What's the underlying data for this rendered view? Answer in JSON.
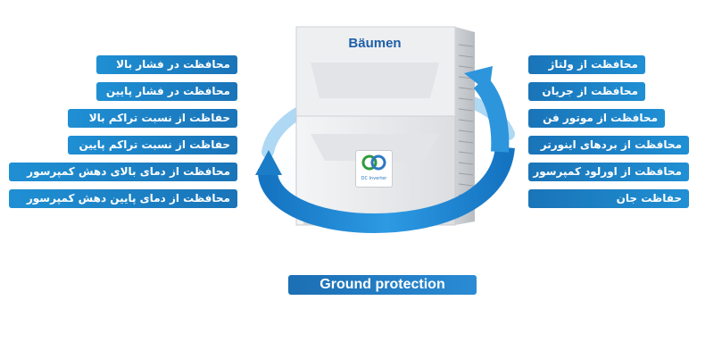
{
  "product": {
    "brand": "Bäumen",
    "emblem_caption": "DC Inverter"
  },
  "left_labels": [
    "محافظت در فشار بالا",
    "محافظت در فشار پایین",
    "حفاظت از نسبت تراکم بالا",
    "حفاظت از نسبت تراکم پایین",
    "محافظت از دمای بالای دهش کمپرسور",
    "محافظت از دمای پایین دهش کمپرسور"
  ],
  "right_labels": [
    "محافظت از ولتاژ",
    "محافظت از جریان",
    "محافظت از موتور فن",
    "محافظت از بردهای اینورتر",
    "محافظت از اورلود کمپرسور",
    "حفاظت جان"
  ],
  "ground_label": "Ground protection",
  "colors": {
    "label_blue": "#1a74b8",
    "arrow_blue": "#1b8ad6",
    "unit_body": "#e9eaec"
  },
  "icons": [
    "circular-arrow-icon",
    "inverter-emblem-icon"
  ]
}
